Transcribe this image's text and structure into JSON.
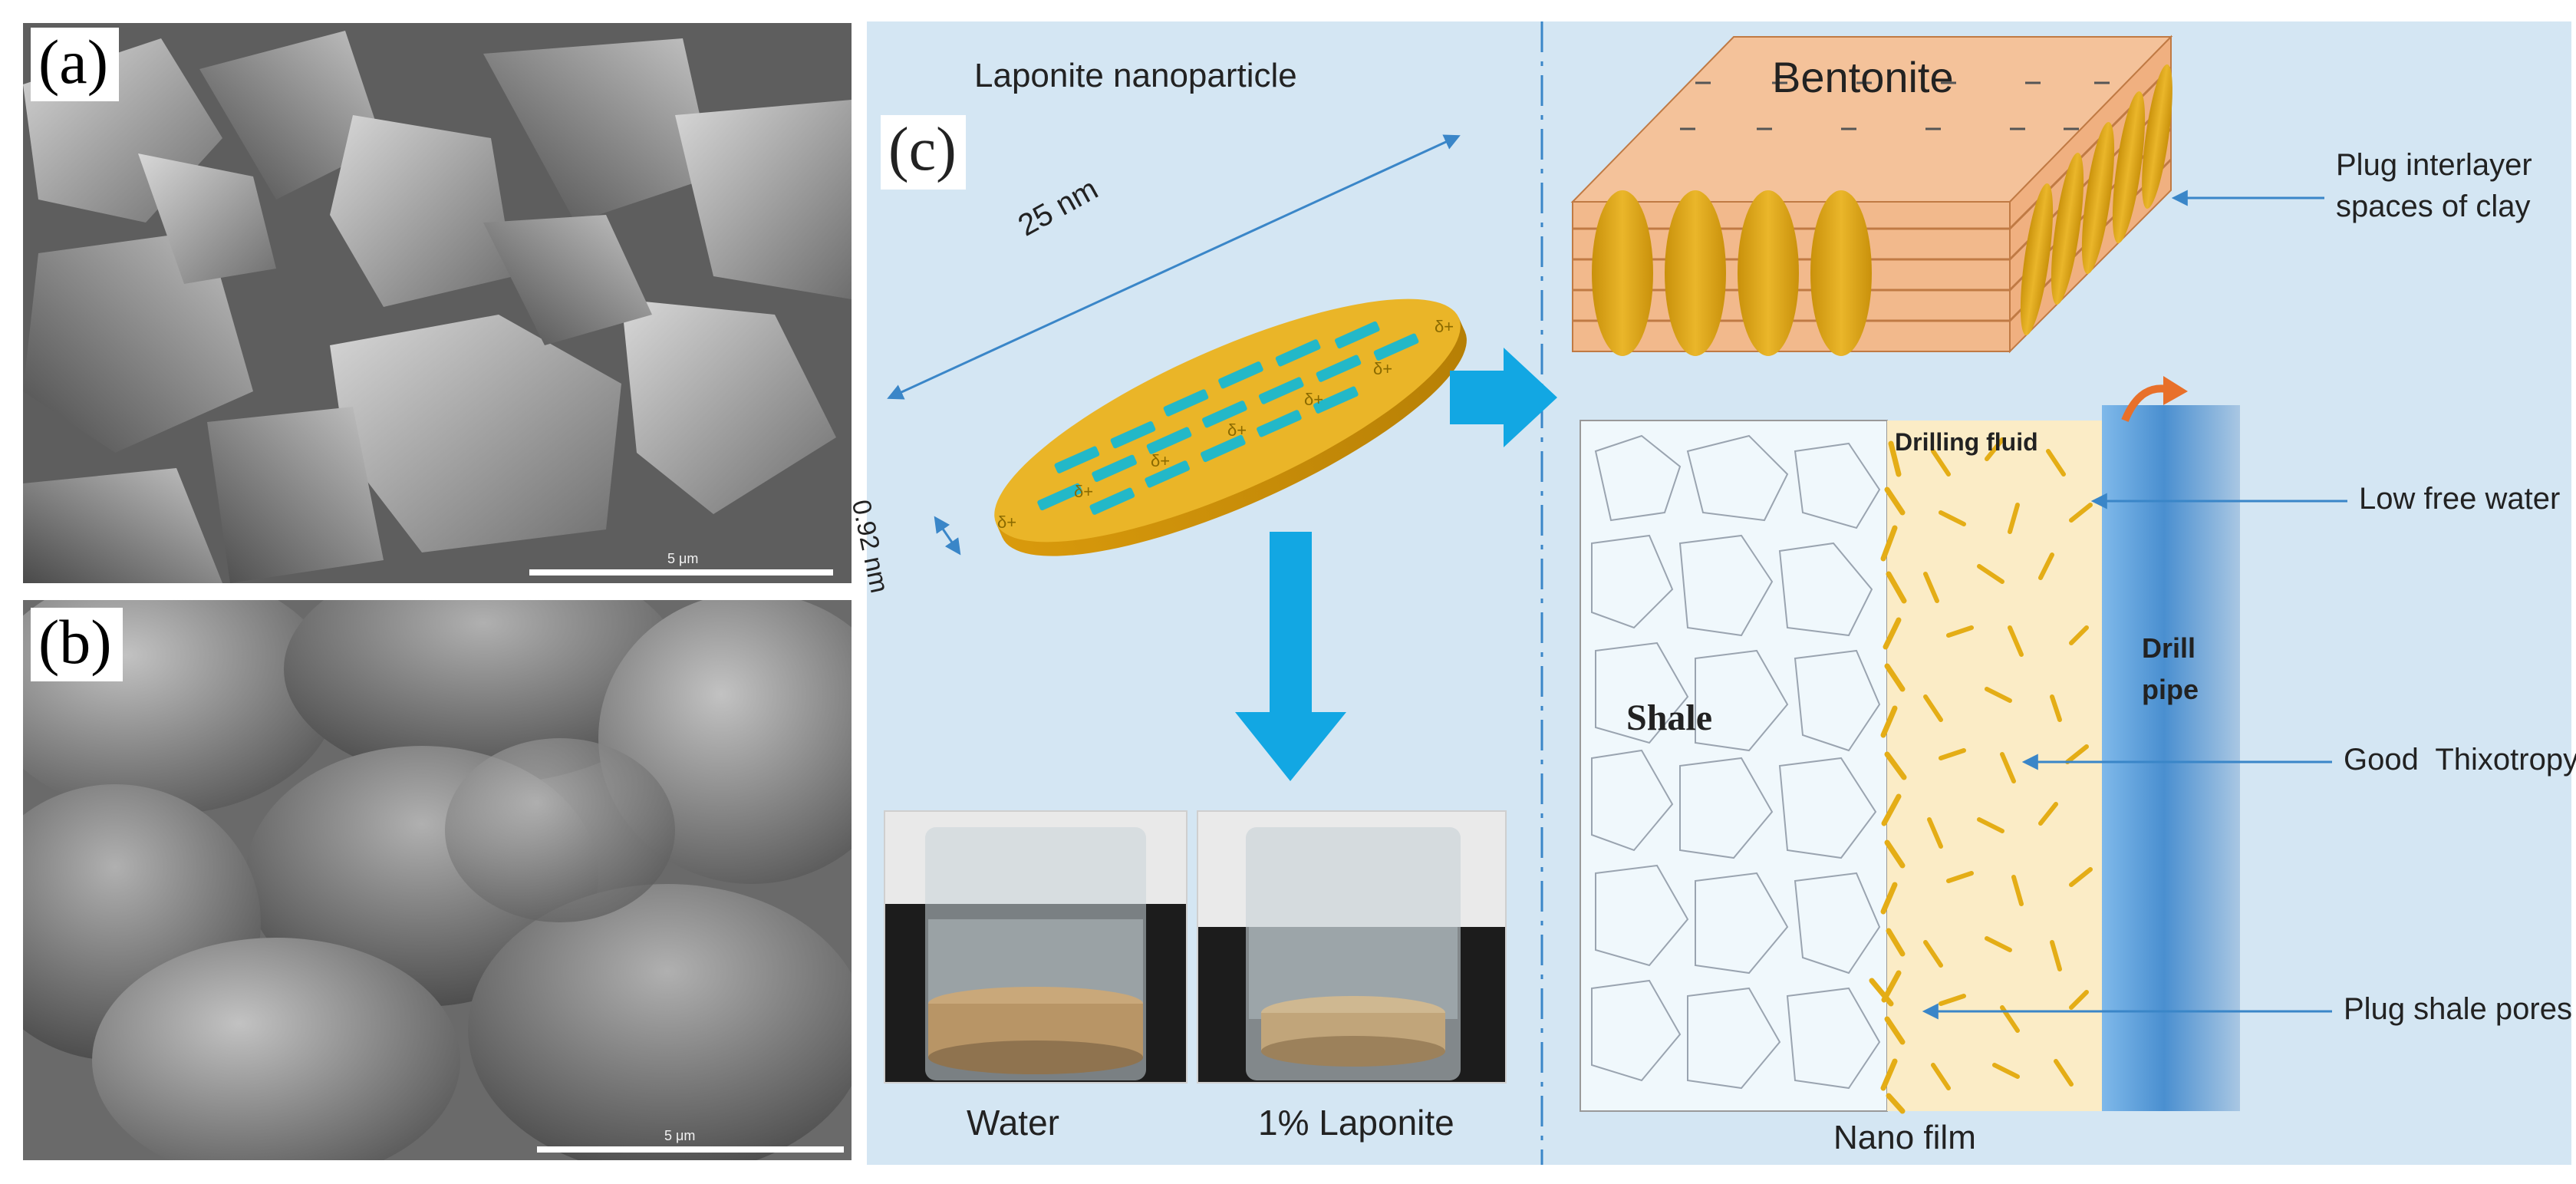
{
  "panel_a": {
    "letter": "(a)",
    "scale": "5 μm"
  },
  "panel_b": {
    "letter": "(b)",
    "scale": "5 μm"
  },
  "panel_c": {
    "letter": "(c)",
    "particle_title": "Laponite nanoparticle",
    "dim_diameter": "25 nm",
    "dim_thickness": "0.92 nm",
    "charge_sign": "δ+",
    "bentonite": "Bentonite",
    "plug_interlayer": "Plug interlayer\nspaces of clay",
    "drilling_fluid": "Drilling fluid",
    "low_free_water": "Low free water",
    "drill_pipe": "Drill\npipe",
    "shale": "Shale",
    "good_thixotropy": "Good  Thixotropy",
    "plug_shale_pores": "Plug shale pores",
    "nano_film": "Nano film",
    "photo_water": "Water",
    "photo_laponite": "1% Laponite"
  },
  "colors": {
    "background_c": "#d4e6f3",
    "arrow_blue": "#12a7e3",
    "gold": "#e4ad16",
    "teal_bars": "#23b8c8",
    "bentonite_face": "#f2b98c",
    "drilling_fluid_zone": "#fbecc6",
    "drill_pipe": "#4a8fd0",
    "orange_arrow": "#e8702a"
  }
}
